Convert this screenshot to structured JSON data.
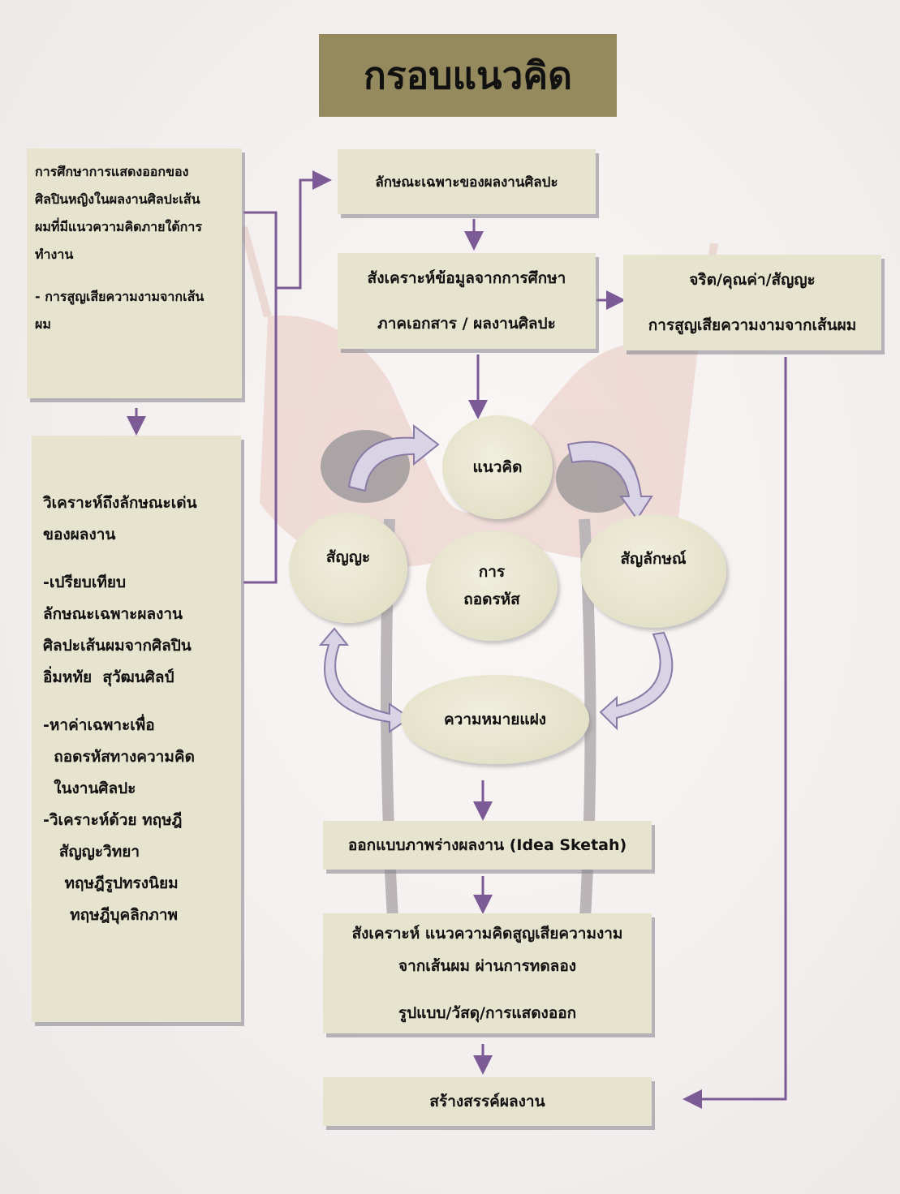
{
  "title": "กรอบแนวคิด",
  "top_left": {
    "lines": [
      "การศึกษาการแสดงออกของ",
      "ศิลปินหญิงในผลงานศิลปะเส้น",
      "ผมที่มีแนวความคิดภายใต้การ",
      "ทำงาน",
      "",
      "- การสูญเสียความงามจากเส้น",
      "ผม"
    ]
  },
  "left_analysis": {
    "lines": [
      "วิเคราะห์ถึงลักษณะเด่น",
      "ของผลงาน",
      "",
      "-เปรียบเทียบ",
      "ลักษณะเฉพาะผลงาน",
      "ศิลปะเส้นผมจากศิลปิน",
      "อิ่มหทัย  สุวัฒนศิลป์",
      "",
      "-หาค่าเฉพาะเพื่อ",
      "  ถอดรหัสทางความคิด",
      "  ในงานศิลปะ",
      "-วิเคราะห์ด้วย ทฤษฎี",
      "   สัญญะวิทยา",
      "    ทฤษฎีรูปทรงนิยม",
      "     ทฤษฎีบุคลิกภาพ"
    ]
  },
  "characteristics": "ลักษณะเฉพาะของผลงานศิลปะ",
  "synthesis": [
    "สังเคราะห์ข้อมูลจากการศึกษา",
    "ภาคเอกสาร / ผลงานศิลปะ"
  ],
  "values": [
    "จริต/คุณค่า/สัญญะ",
    "การสูญเสียความงามจากเส้นผม"
  ],
  "circles": {
    "concept": "แนวคิด",
    "sign": "สัญญะ",
    "symbol": "สัญลักษณ์",
    "decode": [
      "การ",
      "ถอดรหัส"
    ],
    "hidden_meaning": "ความหมายแฝง"
  },
  "sketch": "ออกแบบภาพร่างผลงาน (Idea Sketah)",
  "synthesis2": [
    "สังเคราะห์ แนวความคิดสูญเสียความงาม",
    "จากเส้นผม ผ่านการทดลอง",
    "รูปแบบ/วัสดุ/การแสดงออก"
  ],
  "create": "สร้างสรรค์ผลงาน",
  "colors": {
    "title_bg": "#958a5e",
    "box_bg": "#e6e3cf",
    "arrow": "#7b5a96"
  }
}
